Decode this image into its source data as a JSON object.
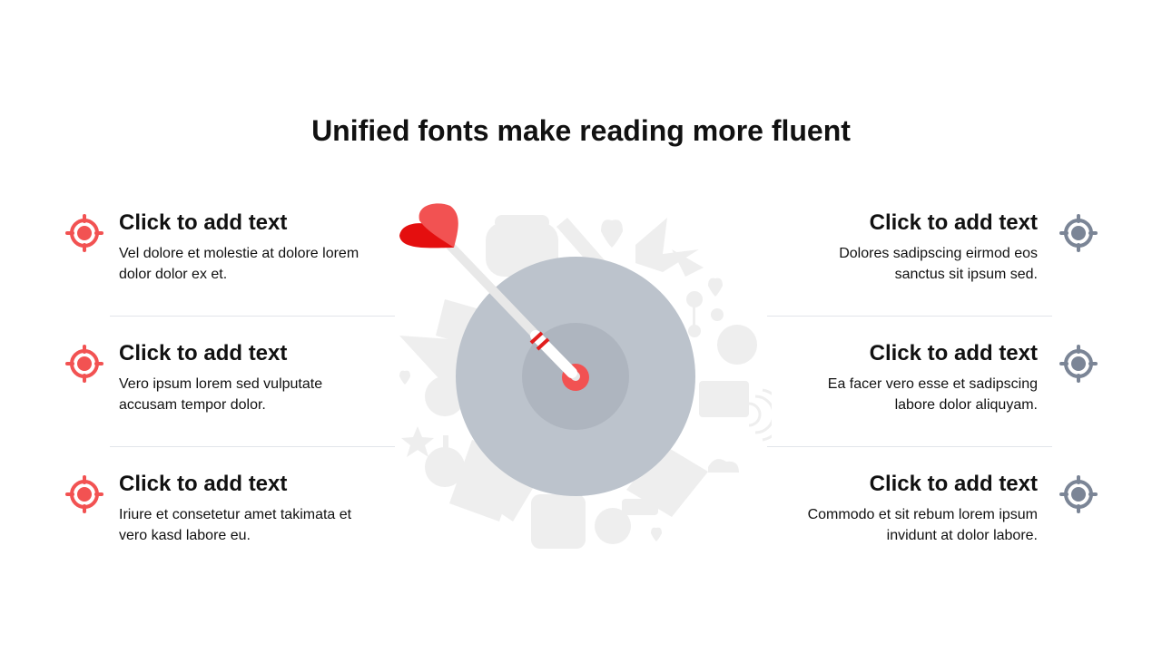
{
  "slide": {
    "title": "Unified fonts make reading more fluent"
  },
  "left_items": [
    {
      "heading": "Click to add text",
      "body_line1": "Vel dolore et molestie at dolore lorem",
      "body_line2": "dolor dolor ex et."
    },
    {
      "heading": "Click to add text",
      "body_line1": "Vero ipsum lorem sed vulputate",
      "body_line2": "accusam tempor dolor."
    },
    {
      "heading": "Click to add text",
      "body_line1": "Iriure et consetetur amet takimata et",
      "body_line2": "vero kasd labore eu."
    }
  ],
  "right_items": [
    {
      "heading": "Click to add text",
      "body_line1": "Dolores sadipscing eirmod eos",
      "body_line2": "sanctus sit ipsum sed."
    },
    {
      "heading": "Click to add text",
      "body_line1": "Ea facer vero esse et sadipscing",
      "body_line2": "labore dolor aliquyam."
    },
    {
      "heading": "Click to add text",
      "body_line1": "Commodo et sit rebum lorem ipsum",
      "body_line2": "invidunt at dolor labore."
    }
  ],
  "icons": {
    "left": "target-icon",
    "right": "target-icon",
    "center": "dartboard-illustration"
  },
  "colors": {
    "accent_red": "#f25252",
    "accent_gray": "#7b8596",
    "board": "#bcc3cc",
    "board_inner": "#aeb5bf",
    "background_icons": "#eeeeee",
    "divider": "#e2e5ea"
  }
}
